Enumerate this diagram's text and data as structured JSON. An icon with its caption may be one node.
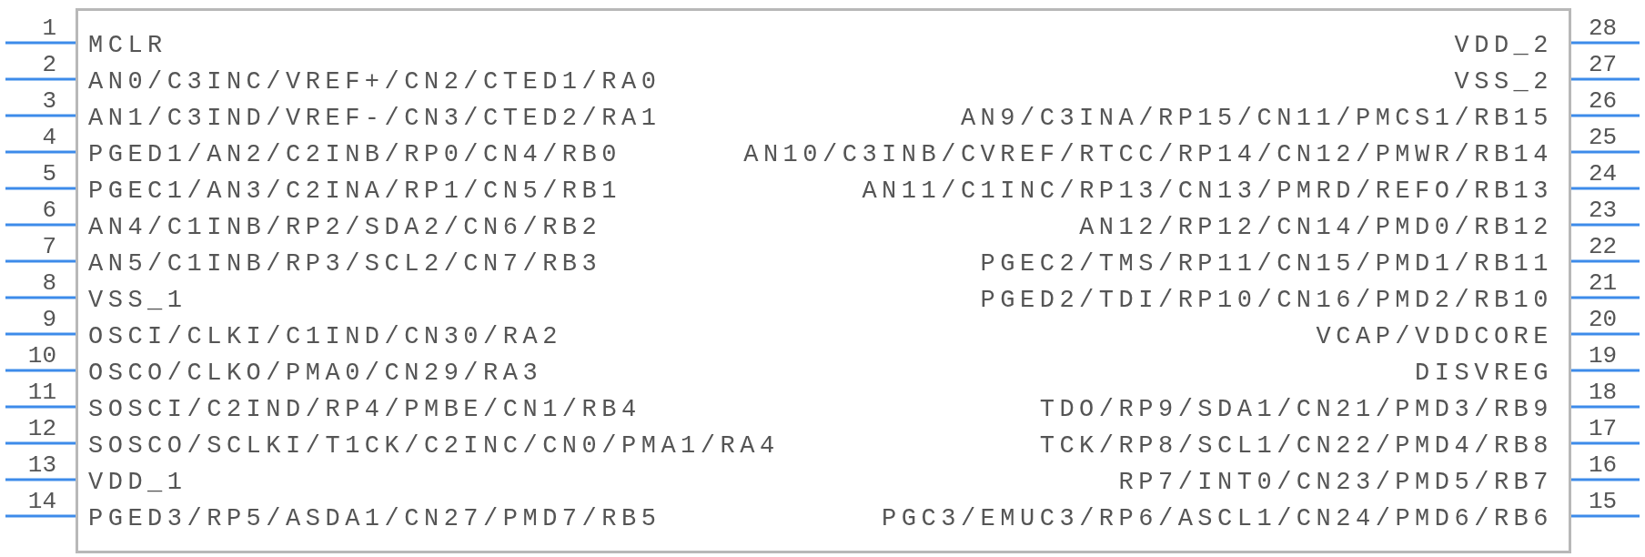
{
  "diagram": {
    "nodes": [
      {
        "text": [],
        "shape": "box"
      },
      {
        "text": [
          "MCLR"
        ],
        "beside": [
          "1"
        ],
        "in": 0
      },
      {
        "text": [
          "AN0/C3INC/VREF+/CN2/CTED1/RA0"
        ],
        "beside": [
          "2"
        ],
        "in": 0
      },
      {
        "text": [
          "AN1/C3IND/VREF-/CN3/CTED2/RA1"
        ],
        "beside": [
          "3"
        ],
        "in": 0
      },
      {
        "text": [
          "PGED1/AN2/C2INB/RP0/CN4/RB0"
        ],
        "beside": [
          "4"
        ],
        "in": 0
      },
      {
        "text": [
          "PGEC1/AN3/C2INA/RP1/CN5/RB1"
        ],
        "beside": [
          "5"
        ],
        "in": 0
      },
      {
        "text": [
          "AN4/C1INB/RP2/SDA2/CN6/RB2"
        ],
        "beside": [
          "6"
        ],
        "in": 0
      },
      {
        "text": [
          "AN5/C1INB/RP3/SCL2/CN7/RB3"
        ],
        "beside": [
          "7"
        ],
        "in": 0
      },
      {
        "text": [
          "VSS_1"
        ],
        "beside": [
          "8"
        ],
        "in": 0
      },
      {
        "text": [
          "OSCI/CLKI/C1IND/CN30/RA2"
        ],
        "beside": [
          "9"
        ],
        "in": 0
      },
      {
        "text": [
          "OSCO/CLKO/PMA0/CN29/RA3"
        ],
        "beside": [
          "10"
        ],
        "in": 0
      },
      {
        "text": [
          "SOSCI/C2IND/RP4/PMBE/CN1/RB4"
        ],
        "beside": [
          "11"
        ],
        "in": 0
      },
      {
        "text": [
          "SOSCO/SCLKI/T1CK/C2INC/CN0/PMA1/RA4"
        ],
        "beside": [
          "12"
        ],
        "in": 0
      },
      {
        "text": [
          "VDD_1"
        ],
        "beside": [
          "13"
        ],
        "in": 0
      },
      {
        "text": [
          "PGED3/RP5/ASDA1/CN27/PMD7/RB5"
        ],
        "beside": [
          "14"
        ],
        "in": 0
      },
      {
        "text": [
          "PGC3/EMUC3/RP6/ASCL1/CN24/PMD6/RB6"
        ],
        "beside": [
          "15"
        ],
        "in": 0
      },
      {
        "text": [
          "RP7/INT0/CN23/PMD5/RB7"
        ],
        "beside": [
          "16"
        ],
        "in": 0
      },
      {
        "text": [
          "TCK/RP8/SCL1/CN22/PMD4/RB8"
        ],
        "beside": [
          "17"
        ],
        "in": 0
      },
      {
        "text": [
          "TDO/RP9/SDA1/CN21/PMD3/RB9"
        ],
        "beside": [
          "18"
        ],
        "in": 0
      },
      {
        "text": [
          "DISVREG"
        ],
        "beside": [
          "19"
        ],
        "in": 0
      },
      {
        "text": [
          "VCAP/VDDCORE"
        ],
        "beside": [
          "20"
        ],
        "in": 0
      },
      {
        "text": [
          "PGED2/TDI/RP10/CN16/PMD2/RB10"
        ],
        "beside": [
          "21"
        ],
        "in": 0
      },
      {
        "text": [
          "PGEC2/TMS/RP11/CN15/PMD1/RB11"
        ],
        "beside": [
          "22"
        ],
        "in": 0
      },
      {
        "text": [
          "AN12/RP12/CN14/PMD0/RB12"
        ],
        "beside": [
          "23"
        ],
        "in": 0
      },
      {
        "text": [
          "AN11/C1INC/RP13/CN13/PMRD/REFO/RB13"
        ],
        "beside": [
          "24"
        ],
        "in": 0
      },
      {
        "text": [
          "AN10/C3INB/CVREF/RTCC/RP14/CN12/PMWR/RB14"
        ],
        "beside": [
          "25"
        ],
        "in": 0
      },
      {
        "text": [
          "AN9/C3INA/RP15/CN11/PMCS1/RB15"
        ],
        "beside": [
          "26"
        ],
        "in": 0
      },
      {
        "text": [
          "VSS_2"
        ],
        "beside": [
          "27"
        ],
        "in": 0
      },
      {
        "text": [
          "VDD_2"
        ],
        "beside": [
          "28"
        ],
        "in": 0
      }
    ]
  }
}
